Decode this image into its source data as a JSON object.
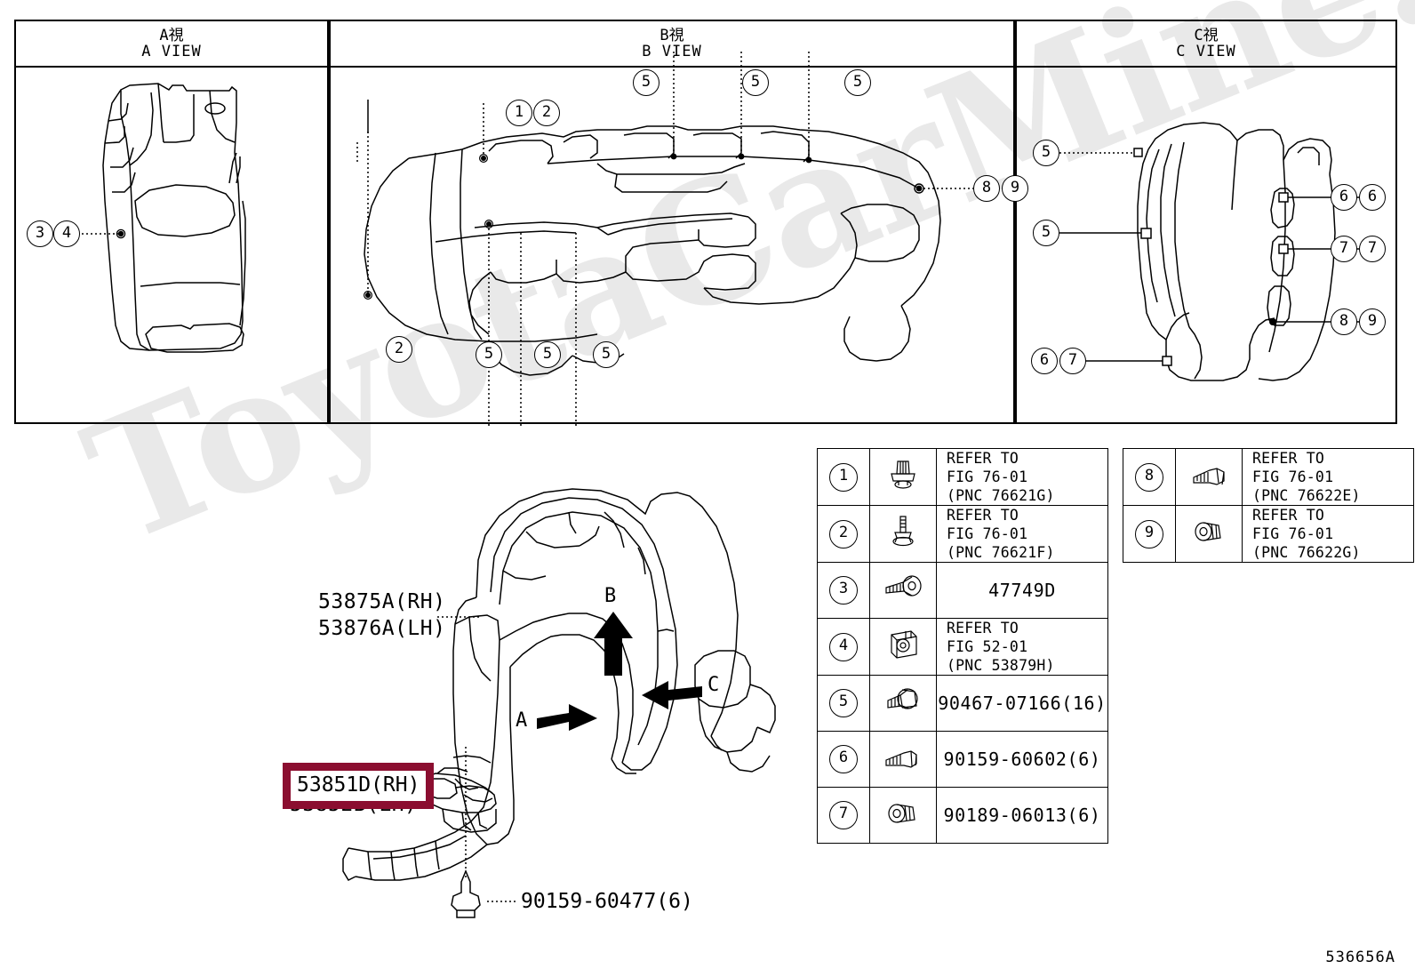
{
  "figure": {
    "number": "536656A",
    "watermark": "ToyotaCarMine.ru",
    "highlight_color": "#8b0e30"
  },
  "views": [
    {
      "id": "a",
      "jp": "A視",
      "en": "A VIEW"
    },
    {
      "id": "b",
      "jp": "B視",
      "en": "B VIEW"
    },
    {
      "id": "c",
      "jp": "C視",
      "en": "C VIEW"
    }
  ],
  "view_a_callouts": [
    {
      "label": "3"
    },
    {
      "label": "4"
    }
  ],
  "view_b_callouts": [
    {
      "label": "1"
    },
    {
      "label": "2"
    },
    {
      "label": "5"
    },
    {
      "label": "5"
    },
    {
      "label": "5"
    },
    {
      "label": "8"
    },
    {
      "label": "9"
    },
    {
      "label": "2"
    },
    {
      "label": "5"
    },
    {
      "label": "5"
    },
    {
      "label": "5"
    }
  ],
  "view_c_callouts": [
    {
      "label": "5"
    },
    {
      "label": "5"
    },
    {
      "label": "6"
    },
    {
      "label": "7"
    },
    {
      "label": "6"
    },
    {
      "label": "7"
    },
    {
      "label": "6"
    },
    {
      "label": "7"
    },
    {
      "label": "8"
    },
    {
      "label": "9"
    }
  ],
  "main": {
    "liner_label_rh": "53875A(RH)",
    "liner_label_lh": "53876A(LH)",
    "bracket_label_rh": "53851D(RH)",
    "bracket_label_lh": "53852B(LH)",
    "bolt_label": "90159-60477(6)",
    "arrow_a": "A",
    "arrow_b": "B",
    "arrow_c": "C"
  },
  "parts_table": {
    "left_column": [
      {
        "num": "1",
        "icon": "push-rivet-clip-icon",
        "lines": [
          "REFER TO",
          "FIG 76-01",
          "(PNC 76621G)"
        ],
        "single": ""
      },
      {
        "num": "2",
        "icon": "flange-screw-icon",
        "lines": [
          "REFER TO",
          "FIG 76-01",
          "(PNC 76621F)"
        ],
        "single": ""
      },
      {
        "num": "3",
        "icon": "grommet-screw-icon",
        "lines": [],
        "single": "47749D"
      },
      {
        "num": "4",
        "icon": "clip-bracket-icon",
        "lines": [
          "REFER TO",
          "FIG 52-01",
          "(PNC 53879H)"
        ],
        "single": ""
      },
      {
        "num": "5",
        "icon": "push-clip-icon",
        "lines": [],
        "single": "90467-07166(16)"
      },
      {
        "num": "6",
        "icon": "tapping-screw-icon",
        "lines": [],
        "single": "90159-60602(6)"
      },
      {
        "num": "7",
        "icon": "nut-grommet-icon",
        "lines": [],
        "single": "90189-06013(6)"
      }
    ],
    "right_column": [
      {
        "num": "8",
        "icon": "bolt-icon",
        "lines": [
          "REFER TO",
          "FIG 76-01",
          "(PNC 76622E)"
        ],
        "single": ""
      },
      {
        "num": "9",
        "icon": "nut-clip-icon",
        "lines": [
          "REFER TO",
          "FIG 76-01",
          "(PNC 76622G)"
        ],
        "single": ""
      }
    ]
  }
}
